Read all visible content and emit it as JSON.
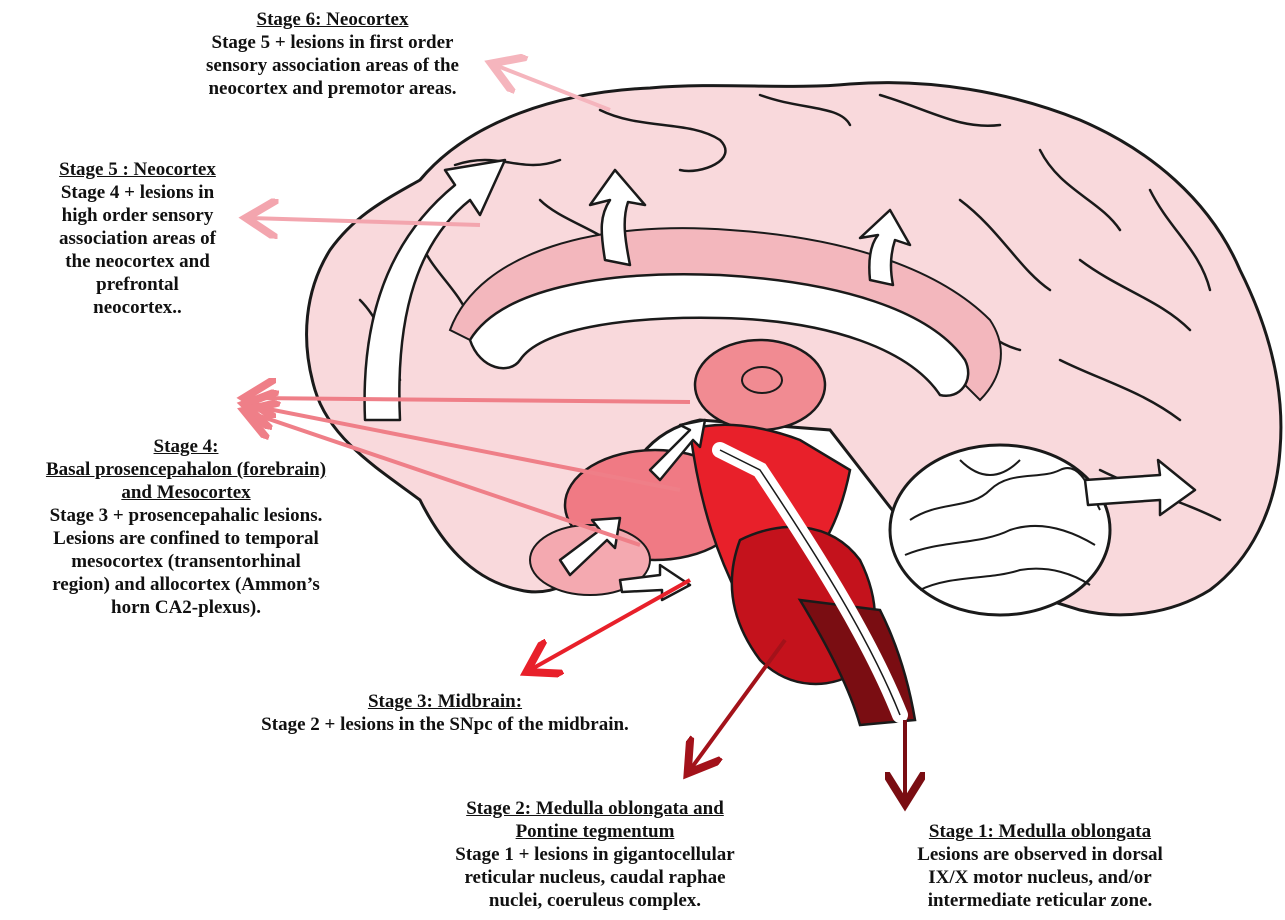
{
  "colors": {
    "cortex_fill": "#f9d9dc",
    "cortex_stroke": "#1a1a1a",
    "cortex_light": "#fbe6e8",
    "stage6_arrow": "#f5b5bd",
    "stage5_arrow": "#f3a5ae",
    "stage4_arrow": "#ef7f88",
    "stage3_red": "#e8202a",
    "stage2_red": "#c4121c",
    "stage1_dark": "#7a0d12",
    "thalamus": "#f18b92",
    "cerebellum": "#ffffff"
  },
  "stages": [
    {
      "id": "stage6",
      "heading": "Stage 6: Neocortex",
      "lines": [
        "Stage 5 + lesions in first order",
        "sensory association areas of the",
        "neocortex and premotor areas."
      ]
    },
    {
      "id": "stage5",
      "heading": "Stage 5 : Neocortex",
      "lines": [
        "Stage 4 + lesions in",
        "high order sensory",
        "association areas of",
        "the neocortex and",
        "prefrontal",
        "neocortex.."
      ]
    },
    {
      "id": "stage4",
      "heading_lines": [
        "Stage 4:",
        "Basal prosencepahalon (forebrain)",
        "and Mesocortex"
      ],
      "lines": [
        "Stage 3 + prosencepahalic lesions.",
        "Lesions are confined to temporal",
        "mesocortex (transentorhinal",
        "region) and allocortex (Ammon’s",
        "horn CA2-plexus)."
      ]
    },
    {
      "id": "stage3",
      "heading": "Stage 3: Midbrain:",
      "lines": [
        "Stage 2 + lesions in the SNpc of the midbrain."
      ]
    },
    {
      "id": "stage2",
      "heading_lines": [
        "Stage 2: Medulla oblongata and",
        "Pontine tegmentum"
      ],
      "lines": [
        "Stage 1 + lesions in gigantocellular",
        "reticular nucleus, caudal raphae",
        "nuclei, coeruleus complex."
      ]
    },
    {
      "id": "stage1",
      "heading": "Stage 1: Medulla oblongata",
      "lines": [
        "Lesions are observed in dorsal",
        "IX/X motor nucleus, and/or",
        "intermediate reticular zone."
      ]
    }
  ]
}
